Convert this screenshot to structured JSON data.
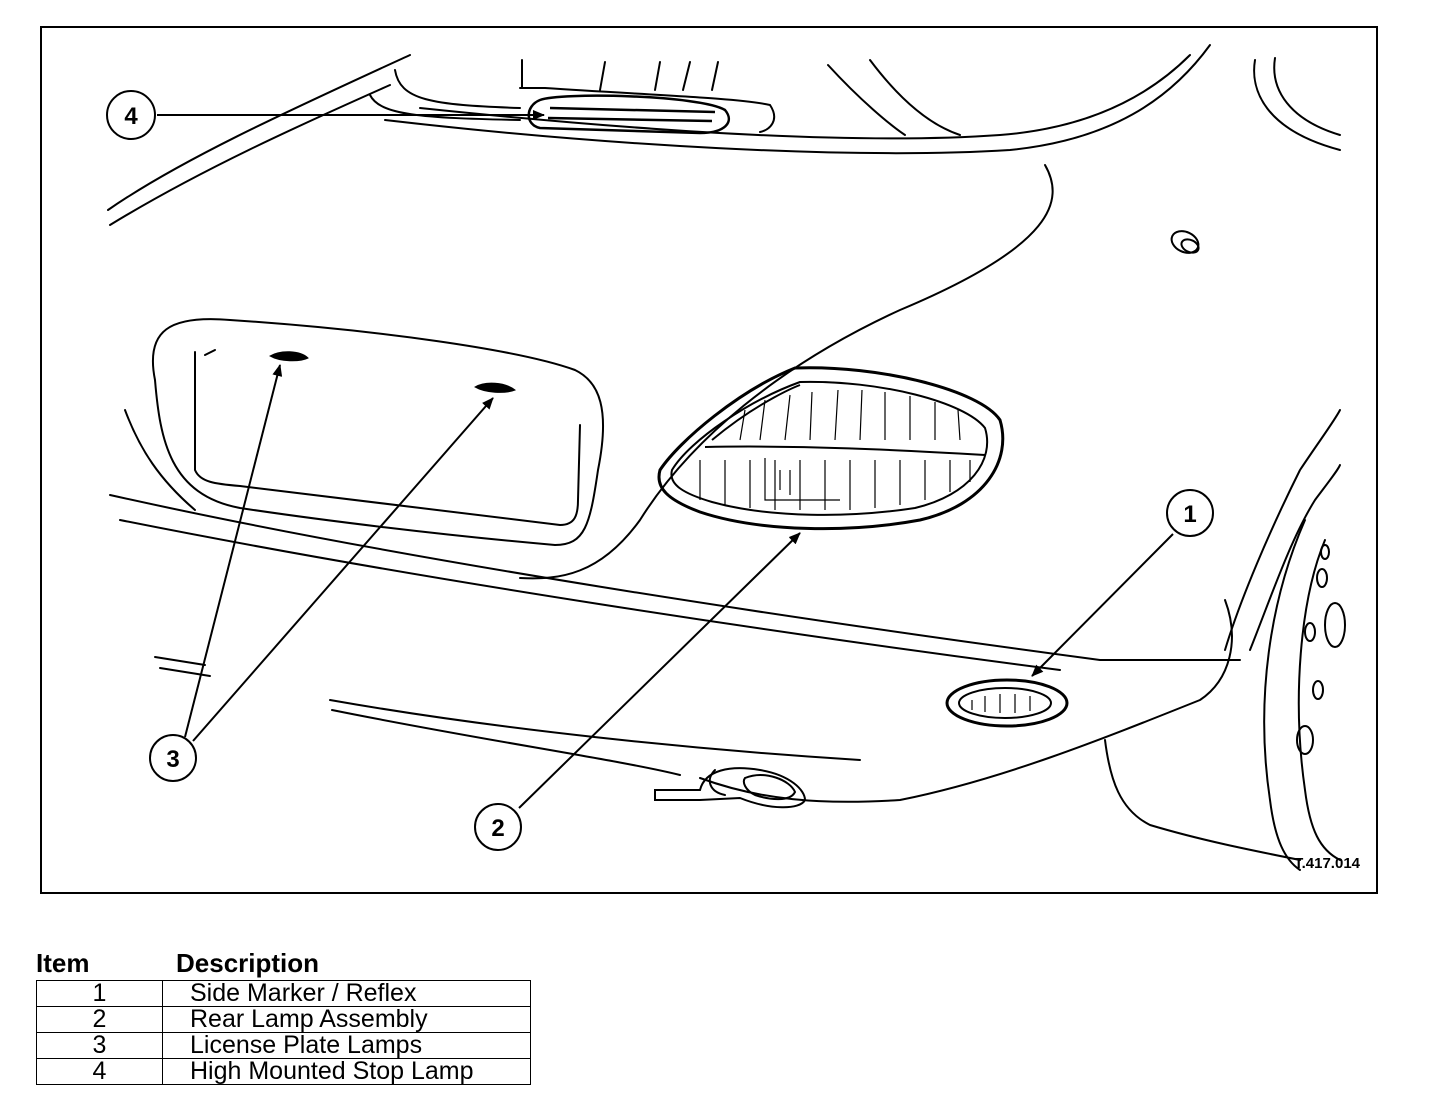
{
  "figure": {
    "reference_code": "T.417.014",
    "callouts": [
      {
        "number": "1"
      },
      {
        "number": "2"
      },
      {
        "number": "3"
      },
      {
        "number": "4"
      }
    ]
  },
  "legend": {
    "header_item": "Item",
    "header_description": "Description",
    "rows": [
      {
        "item": "1",
        "description": "Side Marker / Reflex"
      },
      {
        "item": "2",
        "description": "Rear Lamp Assembly"
      },
      {
        "item": "3",
        "description": "License Plate Lamps"
      },
      {
        "item": "4",
        "description": "High Mounted Stop Lamp"
      }
    ]
  }
}
